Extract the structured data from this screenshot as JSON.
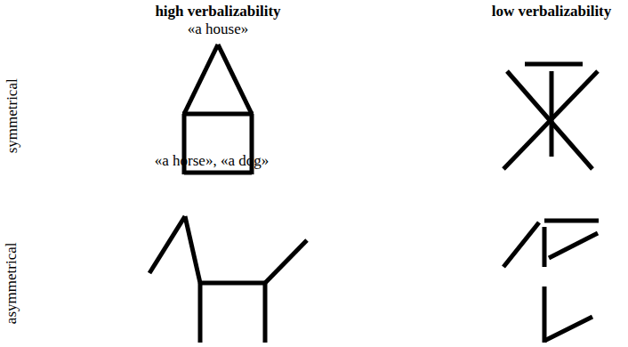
{
  "diagram": {
    "labels": [
      "high verbalizability",
      "«a house»",
      "low verbalizability",
      "symmetrical",
      "«a horse», «a dog»",
      "asymmetrical"
    ]
  }
}
